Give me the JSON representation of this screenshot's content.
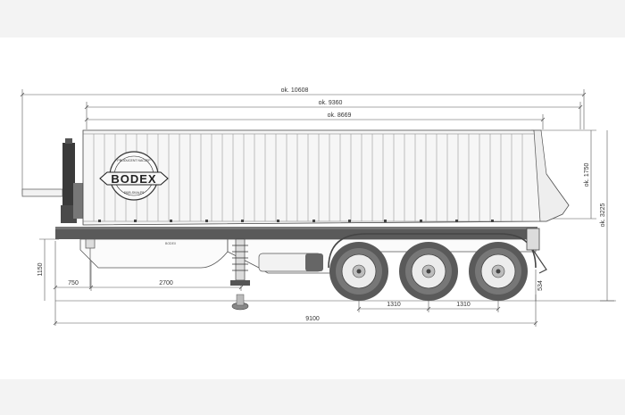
{
  "brand": {
    "name": "BODEX",
    "ring_top": "PRODUCENT NACZEP",
    "ring_bottom": "SKIB-SKAŁPS"
  },
  "chassis_label": "BODEX",
  "dimensions": {
    "overall_length": "ok. 10608",
    "body_length": "ok. 9360",
    "inner_length": "ok. 8669",
    "body_height": "ok. 1750",
    "total_height": "ok. 3225",
    "coupling_height": "1150",
    "front_overhang": "750",
    "kingpin_to_leg": "2700",
    "axle_spacing_1": "1310",
    "axle_spacing_2": "1310",
    "rear_height": "534",
    "chassis_length": "9100"
  },
  "colors": {
    "line": "#444444",
    "body_fill": "#f4f4f4",
    "chassis": "#555555",
    "tire": "#5a5a5a",
    "rim": "#e8e8e8"
  }
}
